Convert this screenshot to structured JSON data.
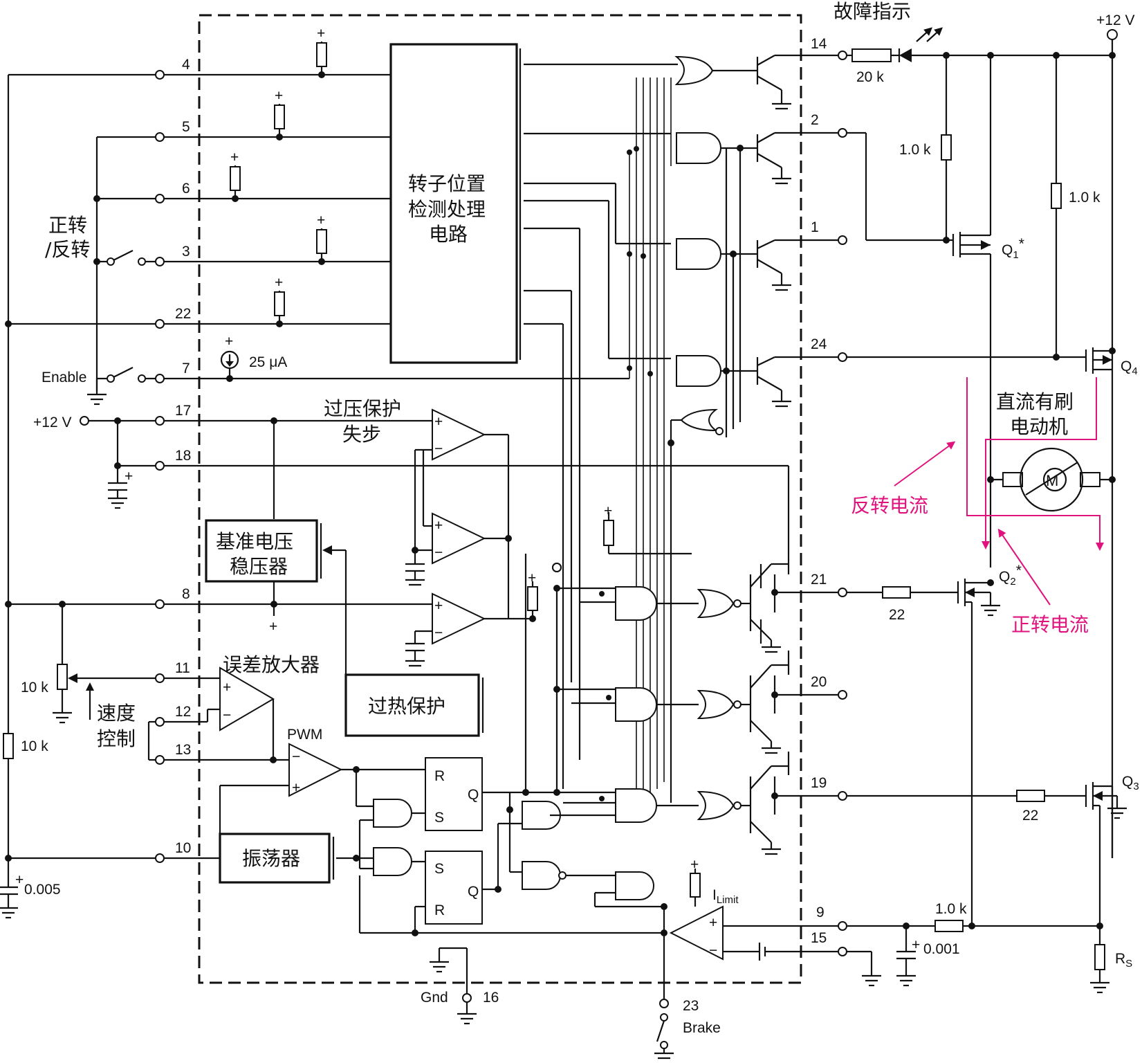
{
  "labels": {
    "fault_indicator": "故障指示",
    "supply_top": "+12 V",
    "supply_left": "+12 V",
    "rotor_block_1": "转子位置",
    "rotor_block_2": "检测处理",
    "rotor_block_3": "电路",
    "forward_reverse_1": "正转",
    "forward_reverse_2": "/反转",
    "enable": "Enable",
    "current_source": "25 μA",
    "overvoltage_1": "过压保护",
    "overvoltage_2": "失步",
    "reference_1": "基准电压",
    "reference_2": "稳压器",
    "error_amp": "误差放大器",
    "speed_1": "速度",
    "speed_2": "控制",
    "pwm": "PWM",
    "overheat": "过热保护",
    "oscillator": "振荡器",
    "motor_1": "直流有刷",
    "motor_2": "电动机",
    "motor_symbol": "M",
    "reverse_current": "反转电流",
    "forward_current": "正转电流",
    "gnd": "Gnd",
    "brake": "Brake",
    "ilimit_main": "I",
    "ilimit_sub": "Limit",
    "rs_main": "R",
    "rs_sub": "S",
    "flipflop_r": "R",
    "flipflop_s": "S",
    "flipflop_q": "Q",
    "plus": "+",
    "minus": "−"
  },
  "components": {
    "r_led": "20 k",
    "r_q1": "1.0 k",
    "r_q4": "1.0 k",
    "r_q2": "22",
    "r_q3": "22",
    "r_sense_filter": "1.0 k",
    "c_filter": "0.001",
    "pot": "10 k",
    "r_left": "10 k",
    "c_osc": "0.005"
  },
  "transistors": {
    "q1": "Q",
    "q1_sub": "1",
    "q1_mark": "*",
    "q2": "Q",
    "q2_sub": "2",
    "q2_mark": "*",
    "q3": "Q",
    "q3_sub": "3",
    "q4": "Q",
    "q4_sub": "4"
  },
  "pins": [
    "4",
    "5",
    "6",
    "3",
    "22",
    "7",
    "17",
    "18",
    "8",
    "11",
    "12",
    "13",
    "10",
    "14",
    "2",
    "1",
    "24",
    "21",
    "20",
    "19",
    "9",
    "15",
    "16",
    "23"
  ],
  "colors": {
    "ink": "#111111",
    "current_arrows": "#e0127e"
  }
}
